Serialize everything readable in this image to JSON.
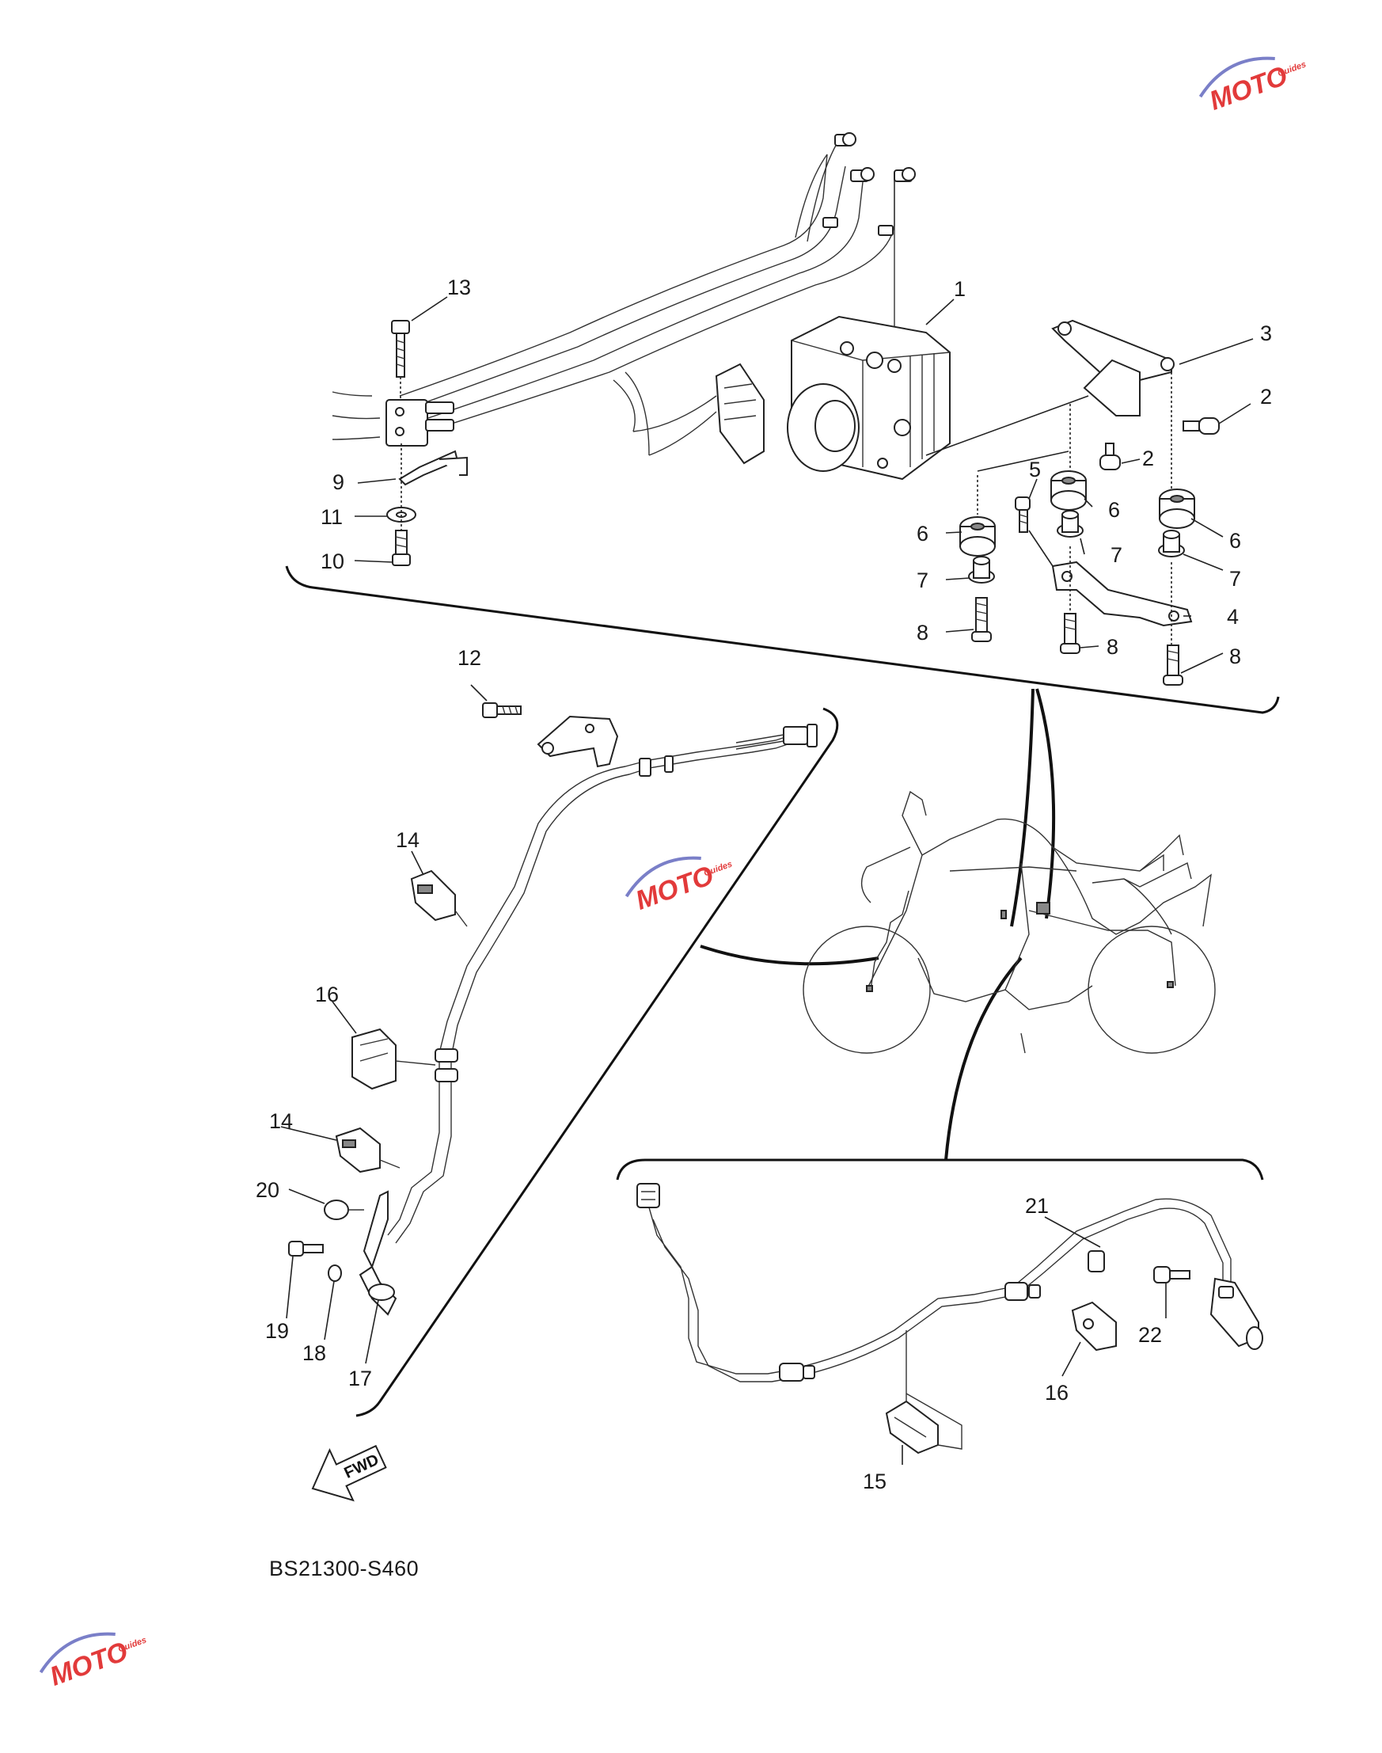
{
  "diagram_code": "BS21300-S460",
  "fwd_label": "FWD",
  "watermark": {
    "text": "MOTO",
    "subtext": "Guides",
    "accent": "#e23a3a",
    "secondary": "#7a7fc8"
  },
  "callouts": [
    {
      "id": "c1",
      "label": "1"
    },
    {
      "id": "c2a",
      "label": "2"
    },
    {
      "id": "c2b",
      "label": "2"
    },
    {
      "id": "c3",
      "label": "3"
    },
    {
      "id": "c4",
      "label": "4"
    },
    {
      "id": "c5",
      "label": "5"
    },
    {
      "id": "c6a",
      "label": "6"
    },
    {
      "id": "c6b",
      "label": "6"
    },
    {
      "id": "c6c",
      "label": "6"
    },
    {
      "id": "c7a",
      "label": "7"
    },
    {
      "id": "c7b",
      "label": "7"
    },
    {
      "id": "c7c",
      "label": "7"
    },
    {
      "id": "c8a",
      "label": "8"
    },
    {
      "id": "c8b",
      "label": "8"
    },
    {
      "id": "c8c",
      "label": "8"
    },
    {
      "id": "c9",
      "label": "9"
    },
    {
      "id": "c10",
      "label": "10"
    },
    {
      "id": "c11",
      "label": "11"
    },
    {
      "id": "c12",
      "label": "12"
    },
    {
      "id": "c13",
      "label": "13"
    },
    {
      "id": "c14a",
      "label": "14"
    },
    {
      "id": "c14b",
      "label": "14"
    },
    {
      "id": "c15",
      "label": "15"
    },
    {
      "id": "c16a",
      "label": "16"
    },
    {
      "id": "c16b",
      "label": "16"
    },
    {
      "id": "c17",
      "label": "17"
    },
    {
      "id": "c18",
      "label": "18"
    },
    {
      "id": "c19",
      "label": "19"
    },
    {
      "id": "c20",
      "label": "20"
    },
    {
      "id": "c21",
      "label": "21"
    },
    {
      "id": "c22",
      "label": "22"
    }
  ]
}
